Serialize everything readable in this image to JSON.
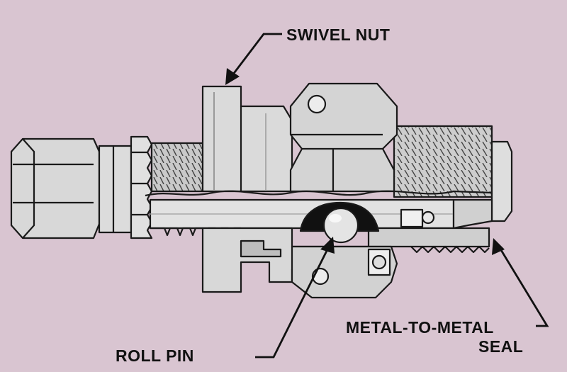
{
  "labels": {
    "swivel_nut": "SWIVEL NUT",
    "roll_pin": "ROLL PIN",
    "metal_seal_line1": "METAL-TO-METAL",
    "metal_seal_line2": "SEAL"
  },
  "colors": {
    "background": "#d9c5d1",
    "metal": "#d6d6d6",
    "metal_light": "#efefef",
    "metal_dark": "#a8a8a8",
    "outline": "#1a1a1a",
    "seal_black": "#111111"
  }
}
